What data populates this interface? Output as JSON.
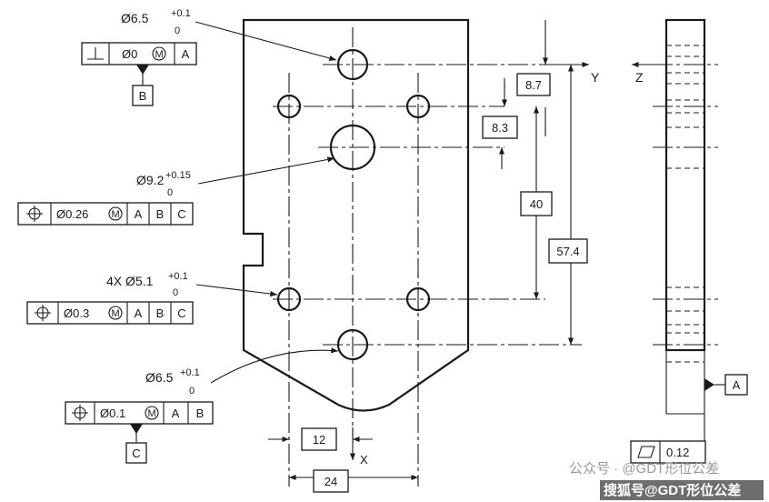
{
  "notes": {
    "hole_top": {
      "prefix": "Ø6.5",
      "upper": "+0.1",
      "lower": "0"
    },
    "hole_center": {
      "prefix": "Ø9.2",
      "upper": "+0.15",
      "lower": "0"
    },
    "holes_4x": {
      "prefix": "4X Ø5.1",
      "upper": "+0.1",
      "lower": "0"
    },
    "hole_bottom": {
      "prefix": "Ø6.5",
      "upper": "+0.1",
      "lower": "0"
    }
  },
  "frames": {
    "perpendicularity": {
      "symbol": "⊥",
      "tolerance": "Ø0",
      "modifier": "M",
      "datums": [
        "A"
      ]
    },
    "position_center": {
      "symbol": "⌖",
      "tolerance": "Ø0.26",
      "modifier": "M",
      "datums": [
        "A",
        "B",
        "C"
      ]
    },
    "position_4x": {
      "symbol": "⌖",
      "tolerance": "Ø0.3",
      "modifier": "M",
      "datums": [
        "A",
        "B",
        "C"
      ]
    },
    "position_bottom": {
      "symbol": "⌖",
      "tolerance": "Ø0.1",
      "modifier": "M",
      "datums": [
        "A",
        "B"
      ]
    },
    "flatness": {
      "symbol": "▱",
      "tolerance": "0.12"
    }
  },
  "datums": {
    "b": "B",
    "c": "C",
    "a": "A"
  },
  "dimensions": {
    "d8_7": "8.7",
    "d8_3": "8.3",
    "d40": "40",
    "d57_4": "57.4",
    "d12": "12",
    "d24": "24"
  },
  "axes": {
    "y": "Y",
    "z": "Z",
    "x": "X"
  },
  "watermark": {
    "top": "公众号 · @GDT形位公差",
    "bottom": "搜狐号@GDT形位公差"
  }
}
